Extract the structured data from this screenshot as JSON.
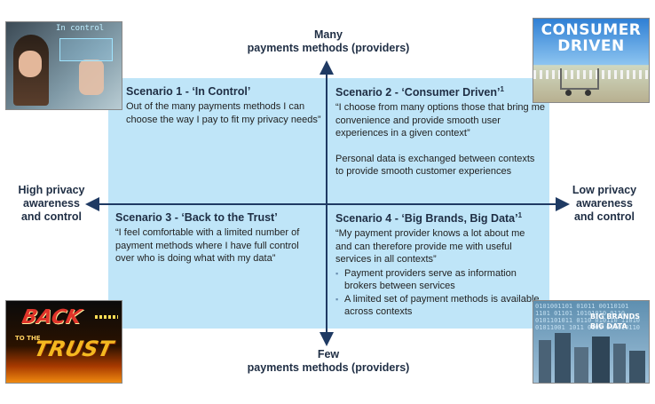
{
  "axes": {
    "top": [
      "Many",
      "payments methods (providers)"
    ],
    "bottom": [
      "Few",
      "payments methods (providers)"
    ],
    "left": [
      "High privacy",
      "awareness",
      "and control"
    ],
    "right": [
      "Low privacy",
      "awareness",
      "and control"
    ]
  },
  "scenarios": {
    "s1": {
      "title": "Scenario 1 - ‘In Control’",
      "quote": "Out of the many payments methods I can choose the way I pay to fit my privacy needs”"
    },
    "s2": {
      "title": "Scenario 2 - ‘Consumer Driven’",
      "sup": "1",
      "quote": "“I choose from many options those that bring me convenience and provide smooth user experiences in a given context”",
      "note": "Personal data is exchanged between contexts to provide smooth customer experiences"
    },
    "s3": {
      "title": "Scenario 3 - ‘Back to the Trust’",
      "quote": "“I feel comfortable with a limited number of payment methods where I have full control over who is doing what with my data”"
    },
    "s4": {
      "title": "Scenario 4 - ‘Big Brands, Big Data’",
      "sup": "1",
      "quote": "“My payment provider knows a lot about me and can therefore provide me with useful services in all contexts”",
      "bullets": [
        "Payment providers serve as information brokers between services",
        "A limited set of payment methods is available across contexts"
      ]
    }
  },
  "images": {
    "in_control": "In control",
    "consumer_driven": [
      "CONSUMER",
      "DRIVEN"
    ],
    "back_to_trust": [
      "BACK",
      "TO THE",
      "TRUST"
    ],
    "big_data": [
      "BIG BRANDS",
      "BIG DATA"
    ]
  },
  "colors": {
    "panel": "#bfe5f8",
    "axis": "#1f3a63"
  }
}
